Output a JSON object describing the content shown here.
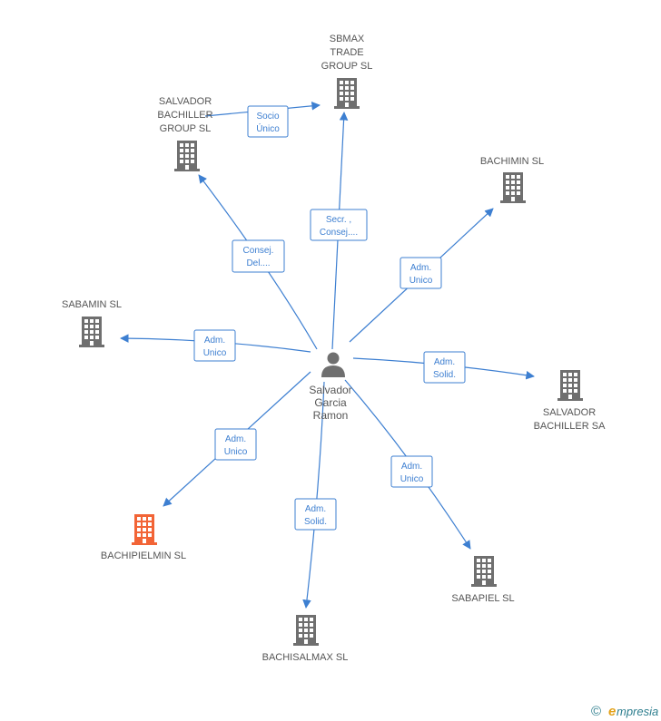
{
  "colors": {
    "edge": "#3d7fd1",
    "building": "#6f6f6f",
    "building_highlight": "#f26436",
    "person": "#6f6f6f",
    "text": "#555555"
  },
  "person": {
    "name_lines": [
      "Salvador",
      "Garcia",
      "Ramon"
    ],
    "icon": "person-icon"
  },
  "companies": [
    {
      "id": "sbmax",
      "lines": [
        "SBMAX",
        "TRADE",
        "GROUP  SL"
      ],
      "highlight": false,
      "icon": "building-icon"
    },
    {
      "id": "salvador-bachiller-group",
      "lines": [
        "SALVADOR",
        "BACHILLER",
        "GROUP  SL"
      ],
      "highlight": false,
      "icon": "building-icon"
    },
    {
      "id": "bachimin",
      "lines": [
        "BACHIMIN SL"
      ],
      "highlight": false,
      "icon": "building-icon"
    },
    {
      "id": "sabamin",
      "lines": [
        "SABAMIN SL"
      ],
      "highlight": false,
      "icon": "building-icon"
    },
    {
      "id": "salvador-bachiller-sa",
      "lines": [
        "SALVADOR",
        "BACHILLER SA"
      ],
      "highlight": false,
      "icon": "building-icon"
    },
    {
      "id": "bachipielmin",
      "lines": [
        "BACHIPIELMIN SL"
      ],
      "highlight": true,
      "icon": "building-icon"
    },
    {
      "id": "bachisalmax",
      "lines": [
        "BACHISALMAX SL"
      ],
      "highlight": false,
      "icon": "building-icon"
    },
    {
      "id": "sabapiel",
      "lines": [
        "SABAPIEL SL"
      ],
      "highlight": false,
      "icon": "building-icon"
    }
  ],
  "edges": [
    {
      "from": "salvador-bachiller-group",
      "to": "sbmax",
      "label_lines": [
        "Socio",
        "Único"
      ]
    },
    {
      "from": "person",
      "to": "sbmax",
      "label_lines": [
        "Secr. ,",
        "Consej...."
      ]
    },
    {
      "from": "person",
      "to": "salvador-bachiller-group",
      "label_lines": [
        "Consej.",
        "Del...."
      ]
    },
    {
      "from": "person",
      "to": "bachimin",
      "label_lines": [
        "Adm.",
        "Unico"
      ]
    },
    {
      "from": "person",
      "to": "sabamin",
      "label_lines": [
        "Adm.",
        "Unico"
      ]
    },
    {
      "from": "person",
      "to": "salvador-bachiller-sa",
      "label_lines": [
        "Adm.",
        "Solid."
      ]
    },
    {
      "from": "person",
      "to": "bachipielmin",
      "label_lines": [
        "Adm.",
        "Unico"
      ]
    },
    {
      "from": "person",
      "to": "bachisalmax",
      "label_lines": [
        "Adm.",
        "Solid."
      ]
    },
    {
      "from": "person",
      "to": "sabapiel",
      "label_lines": [
        "Adm.",
        "Unico"
      ]
    }
  ],
  "footer": {
    "copyright": "©",
    "brand_initial": "e",
    "brand_rest": "mpresia",
    "icon": "copyright-icon"
  }
}
